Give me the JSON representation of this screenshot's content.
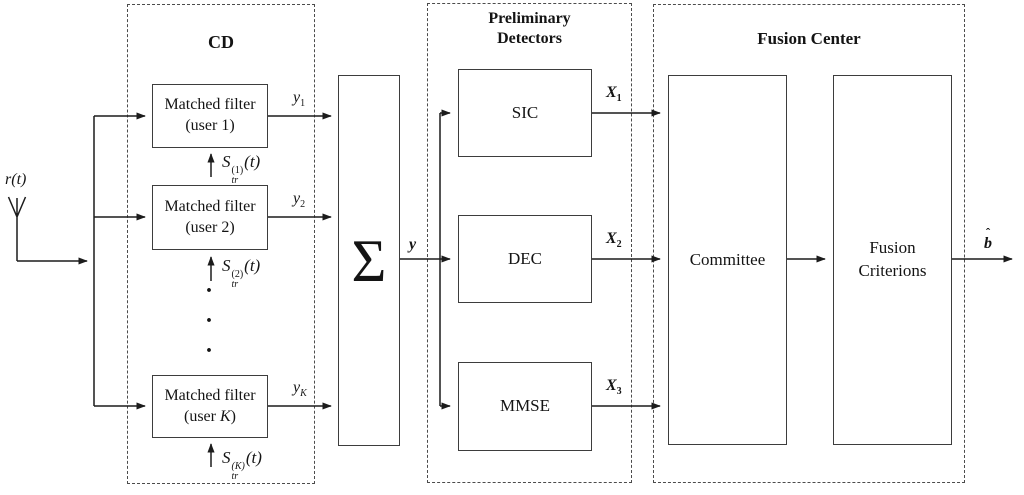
{
  "antenna": {
    "label_base": "r",
    "label_arg": "(t)"
  },
  "cd": {
    "title": "CD",
    "filters": [
      {
        "line1": "Matched filter",
        "user_prefix": "(user ",
        "user_name": "1",
        "user_suffix": ")",
        "out_base": "y",
        "out_sub": "1",
        "sig_base": "S",
        "sig_sup": "(1)",
        "sig_sub": "tr",
        "sig_arg": "(t)"
      },
      {
        "line1": "Matched filter",
        "user_prefix": "(user ",
        "user_name": "2",
        "user_suffix": ")",
        "out_base": "y",
        "out_sub": "2",
        "sig_base": "S",
        "sig_sup": "(2)",
        "sig_sub": "tr",
        "sig_arg": "(t)"
      },
      {
        "line1": "Matched filter",
        "user_prefix": "(user ",
        "user_name": "K",
        "user_suffix": ")",
        "out_base": "y",
        "out_sub": "K",
        "sig_base": "S",
        "sig_sup": "(K)",
        "sig_sub": "tr",
        "sig_arg": "(t)"
      }
    ],
    "dots": [
      "·",
      "·",
      "·"
    ]
  },
  "summer": {
    "symbol": "Σ",
    "out_label": "y"
  },
  "preliminary": {
    "title1": "Preliminary",
    "title2": "Detectors",
    "detectors": [
      {
        "label": "SIC",
        "out_base": "X",
        "out_sub": "1"
      },
      {
        "label": "DEC",
        "out_base": "X",
        "out_sub": "2"
      },
      {
        "label": "MMSE",
        "out_base": "X",
        "out_sub": "3"
      }
    ]
  },
  "fusion": {
    "title": "Fusion Center",
    "committee": "Committee",
    "criterions1": "Fusion",
    "criterions2": "Criterions",
    "out_hat": "ˆ",
    "out_base": "b"
  },
  "colors": {
    "line": "#1c1c1c",
    "background": "#ffffff"
  }
}
